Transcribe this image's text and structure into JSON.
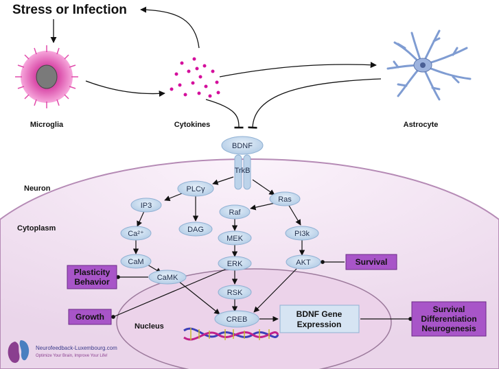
{
  "title": "Stress or Infection",
  "cells": {
    "microglia": "Microglia",
    "cytokines": "Cytokines",
    "astrocyte": "Astrocyte"
  },
  "regions": {
    "neuron": "Neuron",
    "cytoplasm": "Cytoplasm",
    "nucleus": "Nucleus"
  },
  "nodes": {
    "bdnf": "BDNF",
    "trkb": "TrkB",
    "plcy": "PLCγ",
    "ip3": "IP3",
    "dag": "DAG",
    "ca": "Ca²⁺",
    "cam": "CaM",
    "camk": "CaMK",
    "ras": "Ras",
    "raf": "Raf",
    "mek": "MEK",
    "erk": "ERK",
    "rsk": "RSK",
    "pi3k": "PI3k",
    "akt": "AKT",
    "creb": "CREB"
  },
  "boxes": {
    "plasticity": [
      "Plasticity",
      "Behavior"
    ],
    "growth": "Growth",
    "survival": "Survival",
    "gene_expression": [
      "BDNF Gene",
      "Expression"
    ],
    "outcomes": [
      "Survival",
      "Differentiation",
      "Neurogenesis"
    ]
  },
  "logo": {
    "name": "Neurofeedback-Luxembourg.com",
    "tagline": "Optimize Your Brain, Improve Your Life!"
  },
  "colors": {
    "purple_box": "#a855c8",
    "node_fill": "#c9dcef",
    "neuron_fill": "#f3e4f2",
    "nucleus_fill": "#ead0e8"
  }
}
